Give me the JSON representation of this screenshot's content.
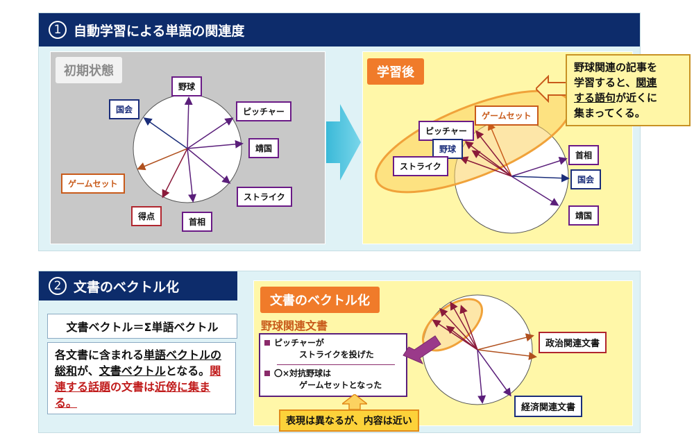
{
  "section1": {
    "number": "1",
    "title": "自動学習による単語の関連度",
    "initial": {
      "label": "初期状態",
      "words": {
        "yakyu": "野球",
        "kokkai": "国会",
        "pitcher": "ピッチャー",
        "seikoku": "靖国",
        "gameset": "ゲームセット",
        "strike": "ストライク",
        "tokuten": "得点",
        "shusho": "首相"
      }
    },
    "learned": {
      "label": "学習後",
      "words": {
        "gameset": "ゲームセット",
        "pitcher": "ピッチャー",
        "yakyu": "野球",
        "strike": "ストライク",
        "shusho": "首相",
        "kokkai": "国会",
        "seikoku": "靖国"
      }
    },
    "callout": {
      "line1": "野球関連の記事を",
      "line2a": "学習すると、",
      "line2b": "関連",
      "line3a": "する語句",
      "line3b": "が近くに",
      "line4": "集まってくる。"
    }
  },
  "section2": {
    "number": "2",
    "title": "文書のベクトル化",
    "formula": "文書ベクトル＝Σ単語ベクトル",
    "desc": {
      "p1": "各文書に含まれる",
      "p2": "単語ベクトル",
      "p3": "の総和",
      "p4": "が、",
      "p5": "文書ベクトル",
      "p6": "となる。",
      "p7": "関連する話題",
      "p8": "の文書は",
      "p9": "近傍に",
      "p10": "集まる。"
    },
    "vector_panel": {
      "label": "文書のベクトル化",
      "baseball_doc": "野球関連文書",
      "item1_line1": "ピッチャーが",
      "item1_line2": "ストライクを投げた",
      "item2_line1": "〇×対抗野球は",
      "item2_line2": "ゲームセットとなった",
      "politics_doc": "政治関連文書",
      "economy_doc": "経済関連文書",
      "note": "表現は異なるが、内容は近い"
    }
  },
  "colors": {
    "header": "#0d2c6b",
    "panel_bg": "#dff2f6",
    "gray_area": "#c8c8c8",
    "yellow_area": "#fff7a8",
    "orange": "#f07b2a",
    "purple_arrow": "#5a1e7a",
    "navy_arrow": "#1a2d7a",
    "brown_arrow": "#b0501e",
    "red_text": "#c01a1a"
  }
}
